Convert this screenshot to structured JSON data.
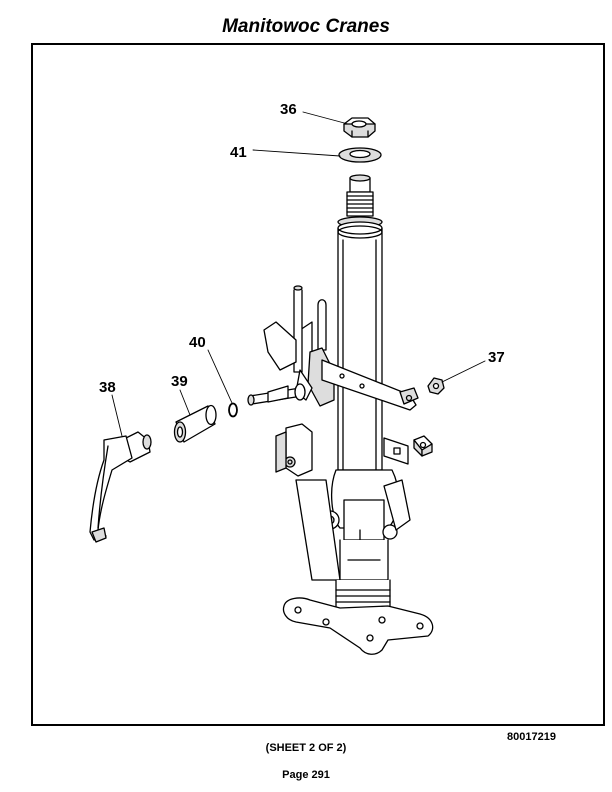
{
  "header": {
    "title": "Manitowoc Cranes"
  },
  "callouts": [
    {
      "id": "36"
    },
    {
      "id": "41"
    },
    {
      "id": "40"
    },
    {
      "id": "37"
    },
    {
      "id": "38"
    },
    {
      "id": "39"
    }
  ],
  "footer": {
    "drawing_number": "80017219",
    "sheet": "(SHEET 2 OF 2)",
    "page": "Page 291"
  }
}
